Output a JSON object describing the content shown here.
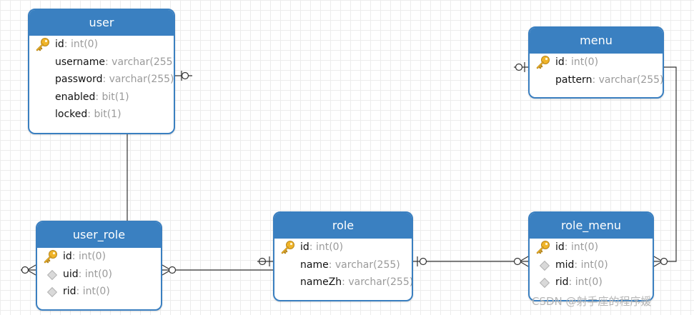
{
  "diagram": {
    "entities": [
      {
        "id": "user",
        "title": "user",
        "fields": [
          {
            "name": "id",
            "type": "int(0)",
            "key": "primary"
          },
          {
            "name": "username",
            "type": "varchar(255)",
            "key": "none"
          },
          {
            "name": "password",
            "type": "varchar(255)",
            "key": "none"
          },
          {
            "name": "enabled",
            "type": "bit(1)",
            "key": "none"
          },
          {
            "name": "locked",
            "type": "bit(1)",
            "key": "none"
          }
        ]
      },
      {
        "id": "menu",
        "title": "menu",
        "fields": [
          {
            "name": "id",
            "type": "int(0)",
            "key": "primary"
          },
          {
            "name": "pattern",
            "type": "varchar(255)",
            "key": "none"
          }
        ]
      },
      {
        "id": "user_role",
        "title": "user_role",
        "fields": [
          {
            "name": "id",
            "type": "int(0)",
            "key": "primary"
          },
          {
            "name": "uid",
            "type": "int(0)",
            "key": "foreign"
          },
          {
            "name": "rid",
            "type": "int(0)",
            "key": "foreign"
          }
        ]
      },
      {
        "id": "role",
        "title": "role",
        "fields": [
          {
            "name": "id",
            "type": "int(0)",
            "key": "primary"
          },
          {
            "name": "name",
            "type": "varchar(255)",
            "key": "none"
          },
          {
            "name": "nameZh",
            "type": "varchar(255)",
            "key": "none"
          }
        ]
      },
      {
        "id": "role_menu",
        "title": "role_menu",
        "fields": [
          {
            "name": "id",
            "type": "int(0)",
            "key": "primary"
          },
          {
            "name": "mid",
            "type": "int(0)",
            "key": "foreign"
          },
          {
            "name": "rid",
            "type": "int(0)",
            "key": "foreign"
          }
        ]
      }
    ],
    "relationships": [
      {
        "from": "user",
        "to": "user_role",
        "from_end": "one",
        "to_end": "many"
      },
      {
        "from": "role",
        "to": "user_role",
        "from_end": "one",
        "to_end": "many"
      },
      {
        "from": "role",
        "to": "role_menu",
        "from_end": "one",
        "to_end": "many"
      },
      {
        "from": "menu",
        "to": "role_menu",
        "from_end": "one",
        "to_end": "many"
      }
    ]
  },
  "colors": {
    "header": "#3a80c1",
    "border": "#3a7fc0",
    "type_text": "#9a9a9a",
    "line": "#333333",
    "key_icon": "#f0b429"
  },
  "icons": {
    "primary_key": "key-icon",
    "foreign_key": "diamond-icon"
  },
  "watermark": "CSDN @射手座的程序媛"
}
